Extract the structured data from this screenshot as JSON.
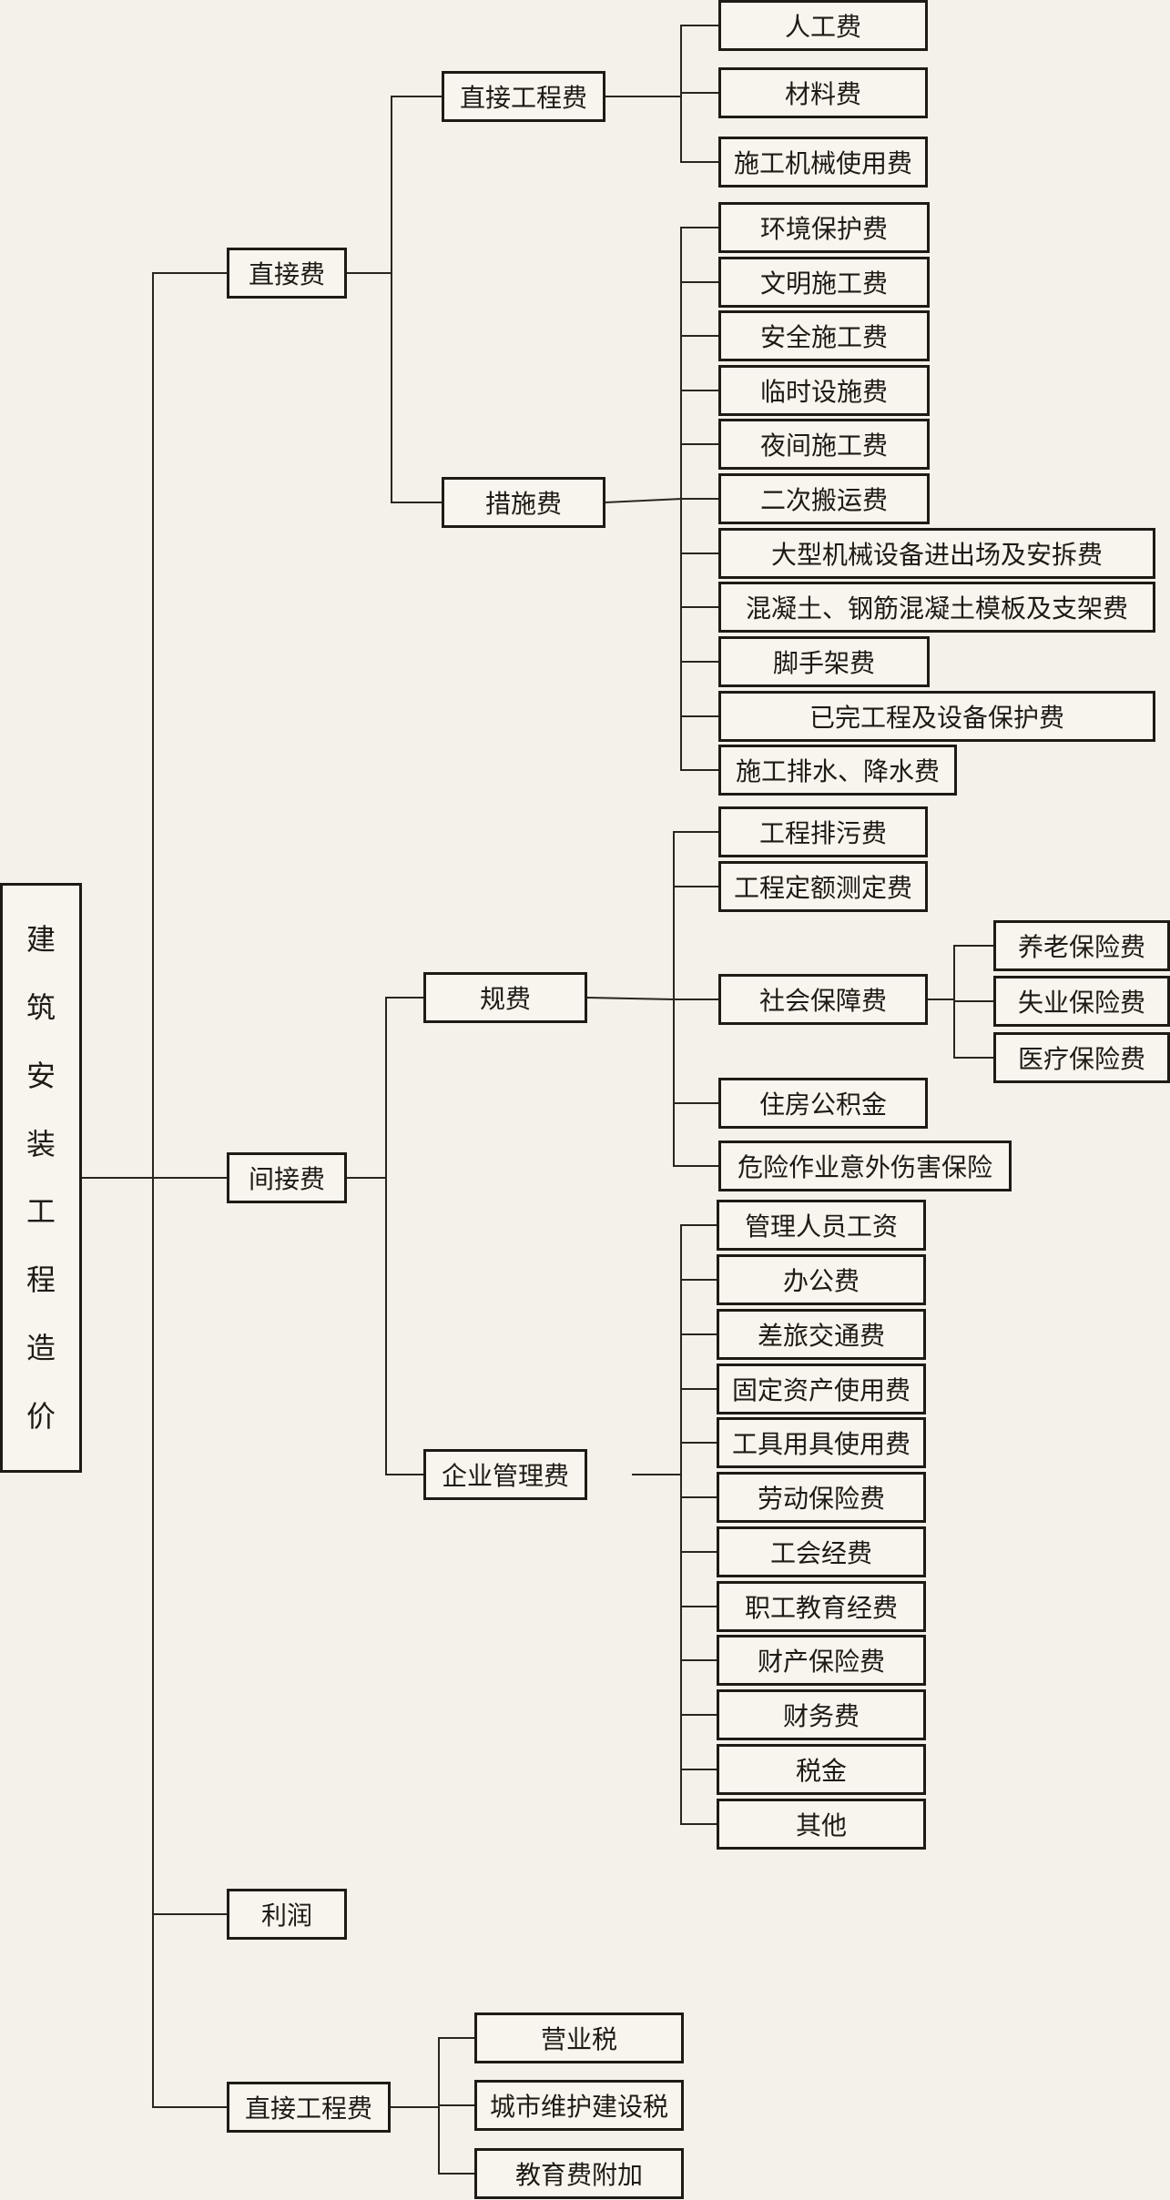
{
  "root": {
    "chars": [
      "建",
      "筑",
      "安",
      "装",
      "工",
      "程",
      "造",
      "价"
    ]
  },
  "direct": {
    "label": "直接费",
    "direct_eng": {
      "label": "直接工程费",
      "items": [
        "人工费",
        "材料费",
        "施工机械使用费"
      ]
    },
    "measures": {
      "label": "措施费",
      "items": [
        "环境保护费",
        "文明施工费",
        "安全施工费",
        "临时设施费",
        "夜间施工费",
        "二次搬运费",
        "大型机械设备进出场及安拆费",
        "混凝土、钢筋混凝土模板及支架费",
        "脚手架费",
        "已完工程及设备保护费",
        "施工排水、降水费"
      ]
    }
  },
  "indirect": {
    "label": "间接费",
    "fees": {
      "label": "规费",
      "items": [
        "工程排污费",
        "工程定额测定费",
        "社会保障费",
        "住房公积金",
        "危险作业意外伤害保险"
      ],
      "social": {
        "items": [
          "养老保险费",
          "失业保险费",
          "医疗保险费"
        ]
      }
    },
    "mgmt": {
      "label": "企业管理费",
      "items": [
        "管理人员工资",
        "办公费",
        "差旅交通费",
        "固定资产使用费",
        "工具用具使用费",
        "劳动保险费",
        "工会经费",
        "职工教育经费",
        "财产保险费",
        "财务费",
        "税金",
        "其他"
      ]
    }
  },
  "profit": {
    "label": "利润"
  },
  "tax": {
    "label": "直接工程费",
    "items": [
      "营业税",
      "城市维护建设税",
      "教育费附加"
    ]
  }
}
